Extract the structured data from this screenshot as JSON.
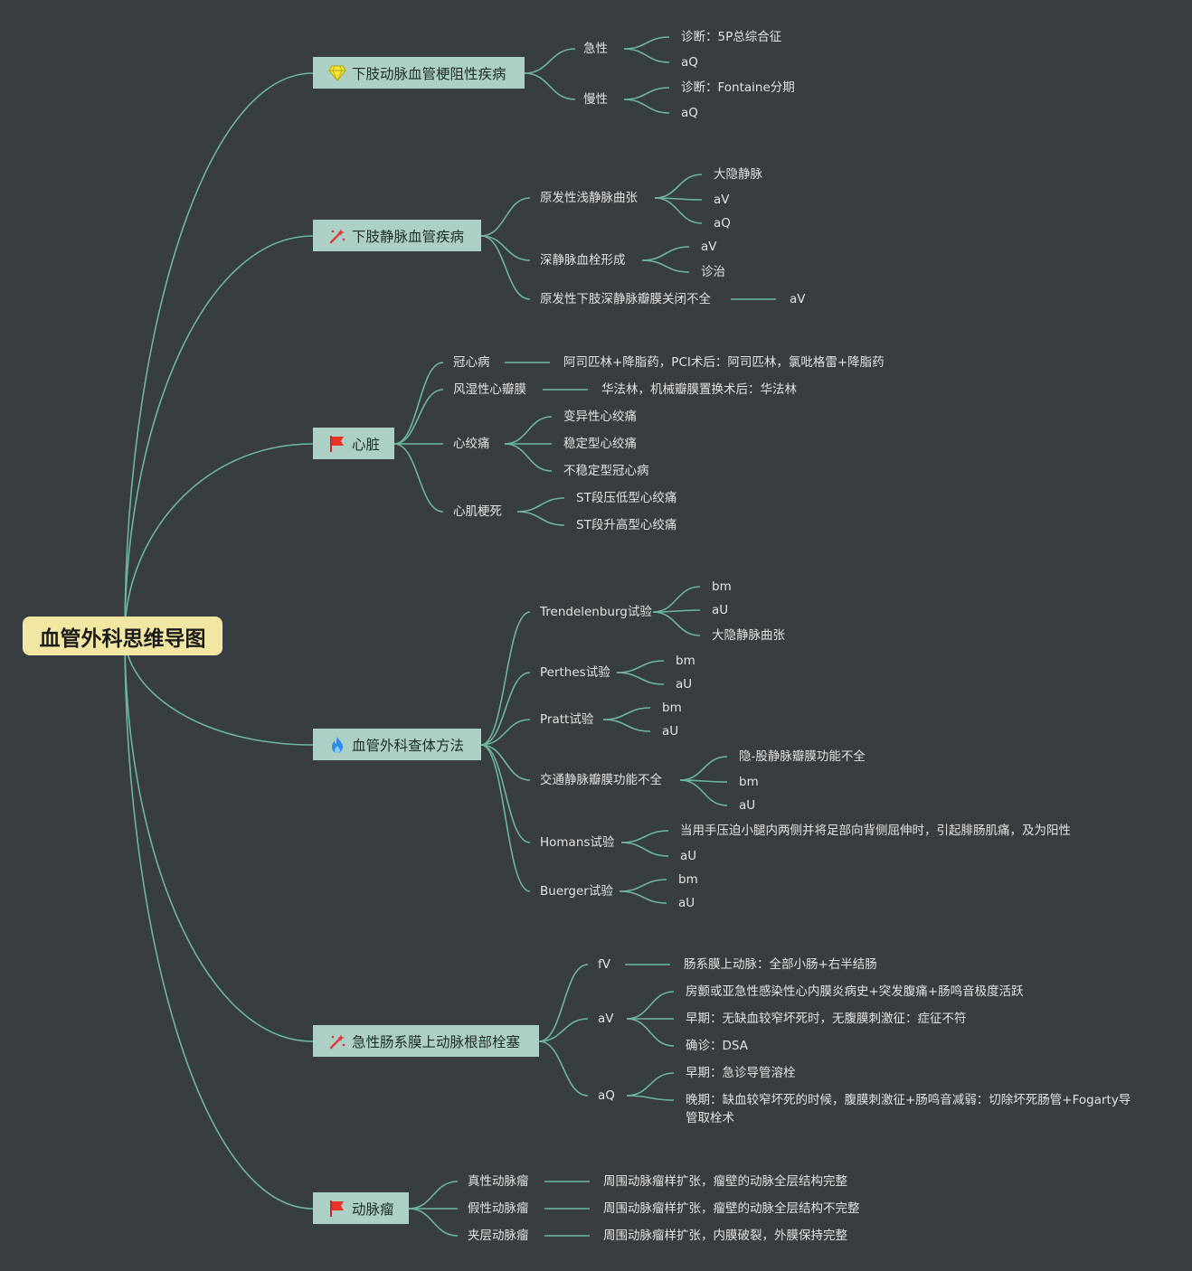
{
  "root": {
    "title": "血管外科思维导图"
  },
  "icons": {
    "b1": "diamond-icon",
    "b2": "magic-wand-icon",
    "b3": "red-flag-icon",
    "b4": "flame-icon",
    "b5": "magic-wand-icon",
    "b6": "red-flag-icon"
  },
  "colors": {
    "background": "#373d40",
    "link": "#6fb6a0",
    "branch": "#acd0c6",
    "root": "#f1e7a3"
  },
  "b1": {
    "label": "下肢动脉血管梗阻性疾病",
    "c1": {
      "label": "急性",
      "l1": "诊断：5P总综合征",
      "l2": "aQ"
    },
    "c2": {
      "label": "慢性",
      "l1": "诊断：Fontaine分期",
      "l2": "aQ"
    }
  },
  "b2": {
    "label": "下肢静脉血管疾病",
    "c1": {
      "label": "原发性浅静脉曲张",
      "l1": "大隐静脉",
      "l2": "aV",
      "l3": "aQ"
    },
    "c2": {
      "label": "深静脉血栓形成",
      "l1": "aV",
      "l2": "诊治"
    },
    "c3": {
      "label": "原发性下肢深静脉瓣膜关闭不全",
      "l1": "aV"
    }
  },
  "b3": {
    "label": "心脏",
    "c1": {
      "label": "冠心病",
      "l1": "阿司匹林+降脂药，PCI术后：阿司匹林，氯吡格雷+降脂药"
    },
    "c2": {
      "label": "风湿性心瓣膜",
      "l1": "华法林，机械瓣膜置换术后：华法林"
    },
    "c3": {
      "label": "心绞痛",
      "l1": "变异性心绞痛",
      "l2": "稳定型心绞痛",
      "l3": "不稳定型冠心病"
    },
    "c4": {
      "label": "心肌梗死",
      "l1": "ST段压低型心绞痛",
      "l2": "ST段升高型心绞痛"
    }
  },
  "b4": {
    "label": "血管外科查体方法",
    "c1": {
      "label": "Trendelenburg试验",
      "l1": "bm",
      "l2": "aU",
      "l3": "大隐静脉曲张"
    },
    "c2": {
      "label": "Perthes试验",
      "l1": "bm",
      "l2": "aU"
    },
    "c3": {
      "label": "Pratt试验",
      "l1": "bm",
      "l2": "aU"
    },
    "c4": {
      "label": "交通静脉瓣膜功能不全",
      "l1": "隐-股静脉瓣膜功能不全",
      "l2": "bm",
      "l3": "aU"
    },
    "c5": {
      "label": "Homans试验",
      "l1": "当用手压迫小腿内两侧并将足部向背侧屈伸时，引起腓肠肌痛，及为阳性",
      "l2": "aU"
    },
    "c6": {
      "label": "Buerger试验",
      "l1": "bm",
      "l2": "aU"
    }
  },
  "b5": {
    "label": "急性肠系膜上动脉根部栓塞",
    "c1": {
      "label": "fV",
      "l1": "肠系膜上动脉：全部小肠+右半结肠"
    },
    "c2": {
      "label": "aV",
      "l1": "房颤或亚急性感染性心内膜炎病史+突发腹痛+肠鸣音极度活跃",
      "l2": "早期：无缺血较窄坏死时，无腹膜刺激征：症征不符",
      "l3": "确诊：DSA"
    },
    "c3": {
      "label": "aQ",
      "l1": "早期：急诊导管溶栓",
      "l2": "晚期：缺血较窄坏死的时候，腹膜刺激征+肠鸣音减弱：切除坏死肠管+Fogarty导管取栓术"
    }
  },
  "b6": {
    "label": "动脉瘤",
    "c1": {
      "label": "真性动脉瘤",
      "l1": "周围动脉瘤样扩张，瘤壁的动脉全层结构完整"
    },
    "c2": {
      "label": "假性动脉瘤",
      "l1": "周围动脉瘤样扩张，瘤壁的动脉全层结构不完整"
    },
    "c3": {
      "label": "夹层动脉瘤",
      "l1": "周围动脉瘤样扩张，内膜破裂，外膜保持完整"
    }
  }
}
